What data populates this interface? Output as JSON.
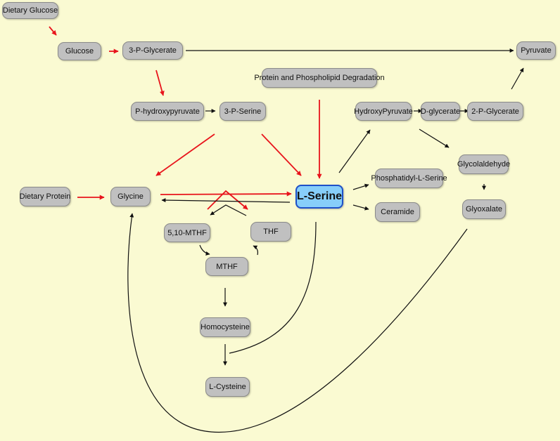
{
  "diagram": {
    "nodes": {
      "dietary_glucose": "Dietary Glucose",
      "glucose": "Glucose",
      "three_p_glycerate": "3-P-Glycerate",
      "pyruvate": "Pyruvate",
      "protein_phospholipid_degradation": "Protein and Phospholipid  Degradation",
      "p_hydroxypyruvate": "P-hydroxypyruvate",
      "three_p_serine": "3-P-Serine",
      "hydroxypyruvate": "HydroxyPyruvate",
      "d_glycerate": "D-glycerate",
      "two_p_glycerate": "2-P-Glycerate",
      "glycolaldehyde": "Glycolaldehyde",
      "dietary_protein": "Dietary Protein",
      "glycine": "Glycine",
      "l_serine": "L-Serine",
      "phosphatidyl_l_serine": "Phosphatidyl-L-Serine",
      "ceramide": "Ceramide",
      "glyoxalate": "Glyoxalate",
      "methylene_thf": "5,10-MTHF",
      "thf": "THF",
      "mthf": "MTHF",
      "homocysteine": "Homocysteine",
      "l_cysteine": "L-Cysteine"
    },
    "colors": {
      "background": "#fafad2",
      "node_fill": "#c0c0c0",
      "node_border": "#8a8a8a",
      "serine_fill": "#87cefa",
      "serine_border": "#1e50c8",
      "red_arrow": "#e8141c",
      "black_arrow": "#111111"
    }
  }
}
